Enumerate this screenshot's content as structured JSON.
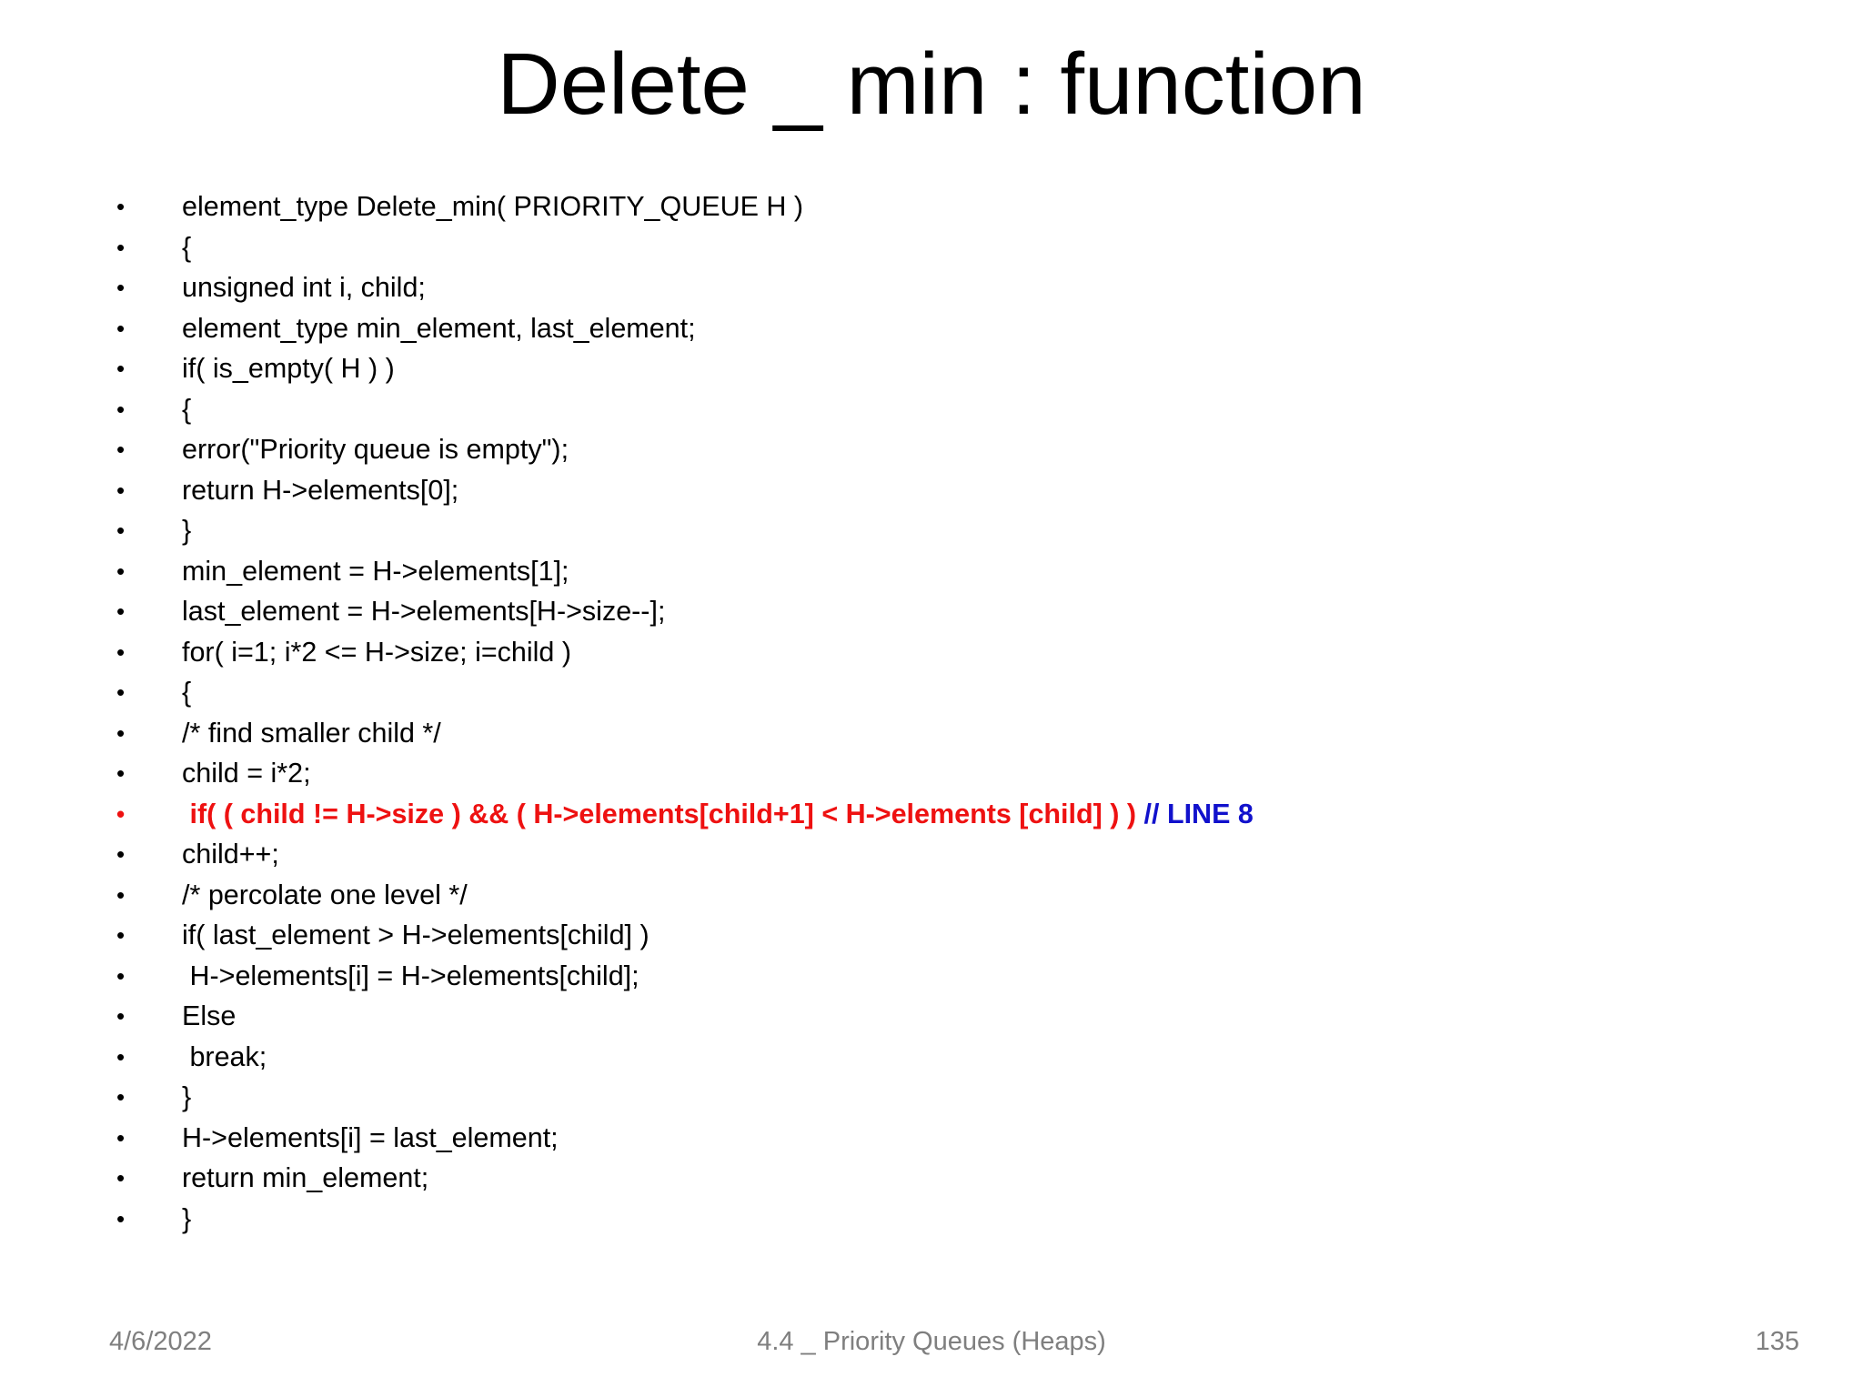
{
  "slide": {
    "title": "Delete _ min : function",
    "bullet_glyph": "•",
    "colors": {
      "text": "#000000",
      "highlight_red": "#ee1111",
      "comment_blue": "#1111cc",
      "footer_gray": "#7f7f7f",
      "background": "#ffffff"
    },
    "lines": [
      {
        "text": "element_type Delete_min( PRIORITY_QUEUE H )",
        "style": "normal"
      },
      {
        "text": "{",
        "style": "normal"
      },
      {
        "text": "unsigned int i, child;",
        "style": "normal"
      },
      {
        "text": "element_type min_element, last_element;",
        "style": "normal"
      },
      {
        "text": "if( is_empty( H ) )",
        "style": "normal"
      },
      {
        "text": "{",
        "style": "normal"
      },
      {
        "text": "error(\"Priority queue is empty\");",
        "style": "normal"
      },
      {
        "text": "return H->elements[0];",
        "style": "normal"
      },
      {
        "text": "}",
        "style": "normal"
      },
      {
        "text": "min_element = H->elements[1];",
        "style": "normal"
      },
      {
        "text": "last_element = H->elements[H->size--];",
        "style": "normal"
      },
      {
        "text": "for( i=1; i*2 <= H->size; i=child )",
        "style": "normal"
      },
      {
        "text": "{",
        "style": "normal"
      },
      {
        "text": "/* find smaller child */",
        "style": "normal"
      },
      {
        "text": "child = i*2;",
        "style": "normal"
      },
      {
        "text": " if( ( child != H->size ) && ( H->elements[child+1] < H->elements [child] ) ) ",
        "style": "highlight",
        "suffix": "// LINE 8"
      },
      {
        "text": "child++;",
        "style": "normal"
      },
      {
        "text": "/* percolate one level */",
        "style": "normal"
      },
      {
        "text": "if( last_element > H->elements[child] )",
        "style": "normal"
      },
      {
        "text": " H->elements[i] = H->elements[child];",
        "style": "normal"
      },
      {
        "text": "Else",
        "style": "normal"
      },
      {
        "text": " break;",
        "style": "normal"
      },
      {
        "text": "}",
        "style": "normal"
      },
      {
        "text": "H->elements[i] = last_element;",
        "style": "normal"
      },
      {
        "text": "return min_element;",
        "style": "normal"
      },
      {
        "text": "}",
        "style": "normal"
      }
    ]
  },
  "footer": {
    "date": "4/6/2022",
    "center": "4.4 _ Priority Queues (Heaps)",
    "page_number": "135"
  }
}
